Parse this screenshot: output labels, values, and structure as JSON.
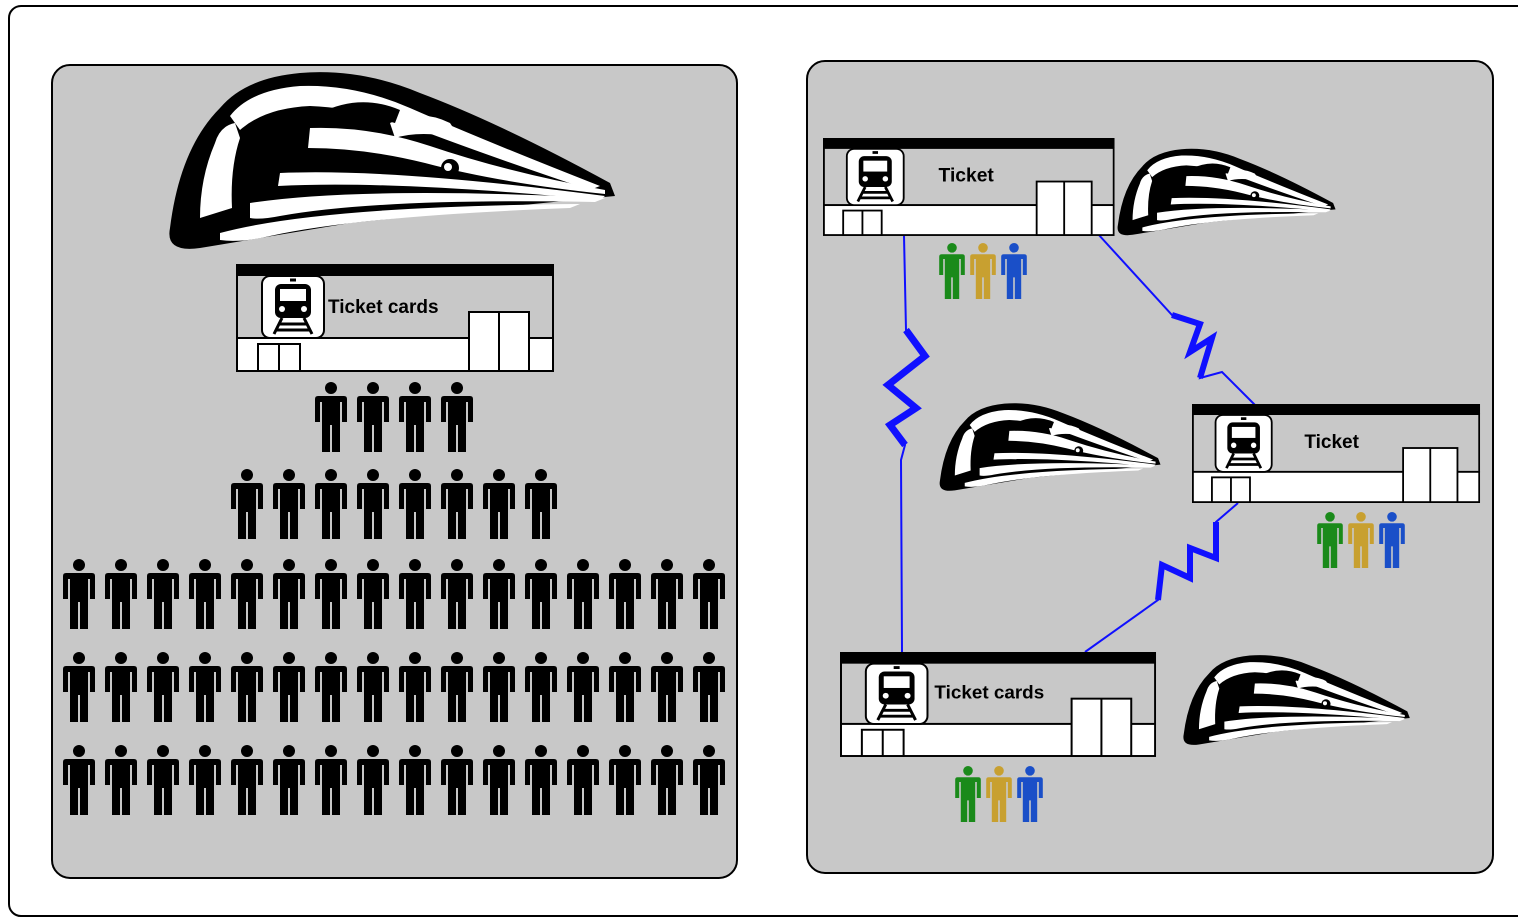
{
  "left_panel": {
    "station": {
      "label": "Ticket cards"
    },
    "crowd_rows": [
      4,
      8,
      16,
      16,
      16
    ]
  },
  "right_panel": {
    "stations": [
      {
        "id": "top",
        "label": "Ticket"
      },
      {
        "id": "right",
        "label": "Ticket"
      },
      {
        "id": "bottom",
        "label": "Ticket cards"
      }
    ],
    "person_colors": [
      "#1a8a1a",
      "#c8a030",
      "#1a4fc8"
    ],
    "link_color": "#1010ff"
  },
  "colors": {
    "outer_border": "#000000",
    "panel_fill": "#c8c8c8",
    "station_top": "#c8c8c8",
    "station_bottom": "#ffffff"
  },
  "icons": [
    "train-icon",
    "station-icon",
    "person-icon",
    "rail-logo-icon"
  ]
}
